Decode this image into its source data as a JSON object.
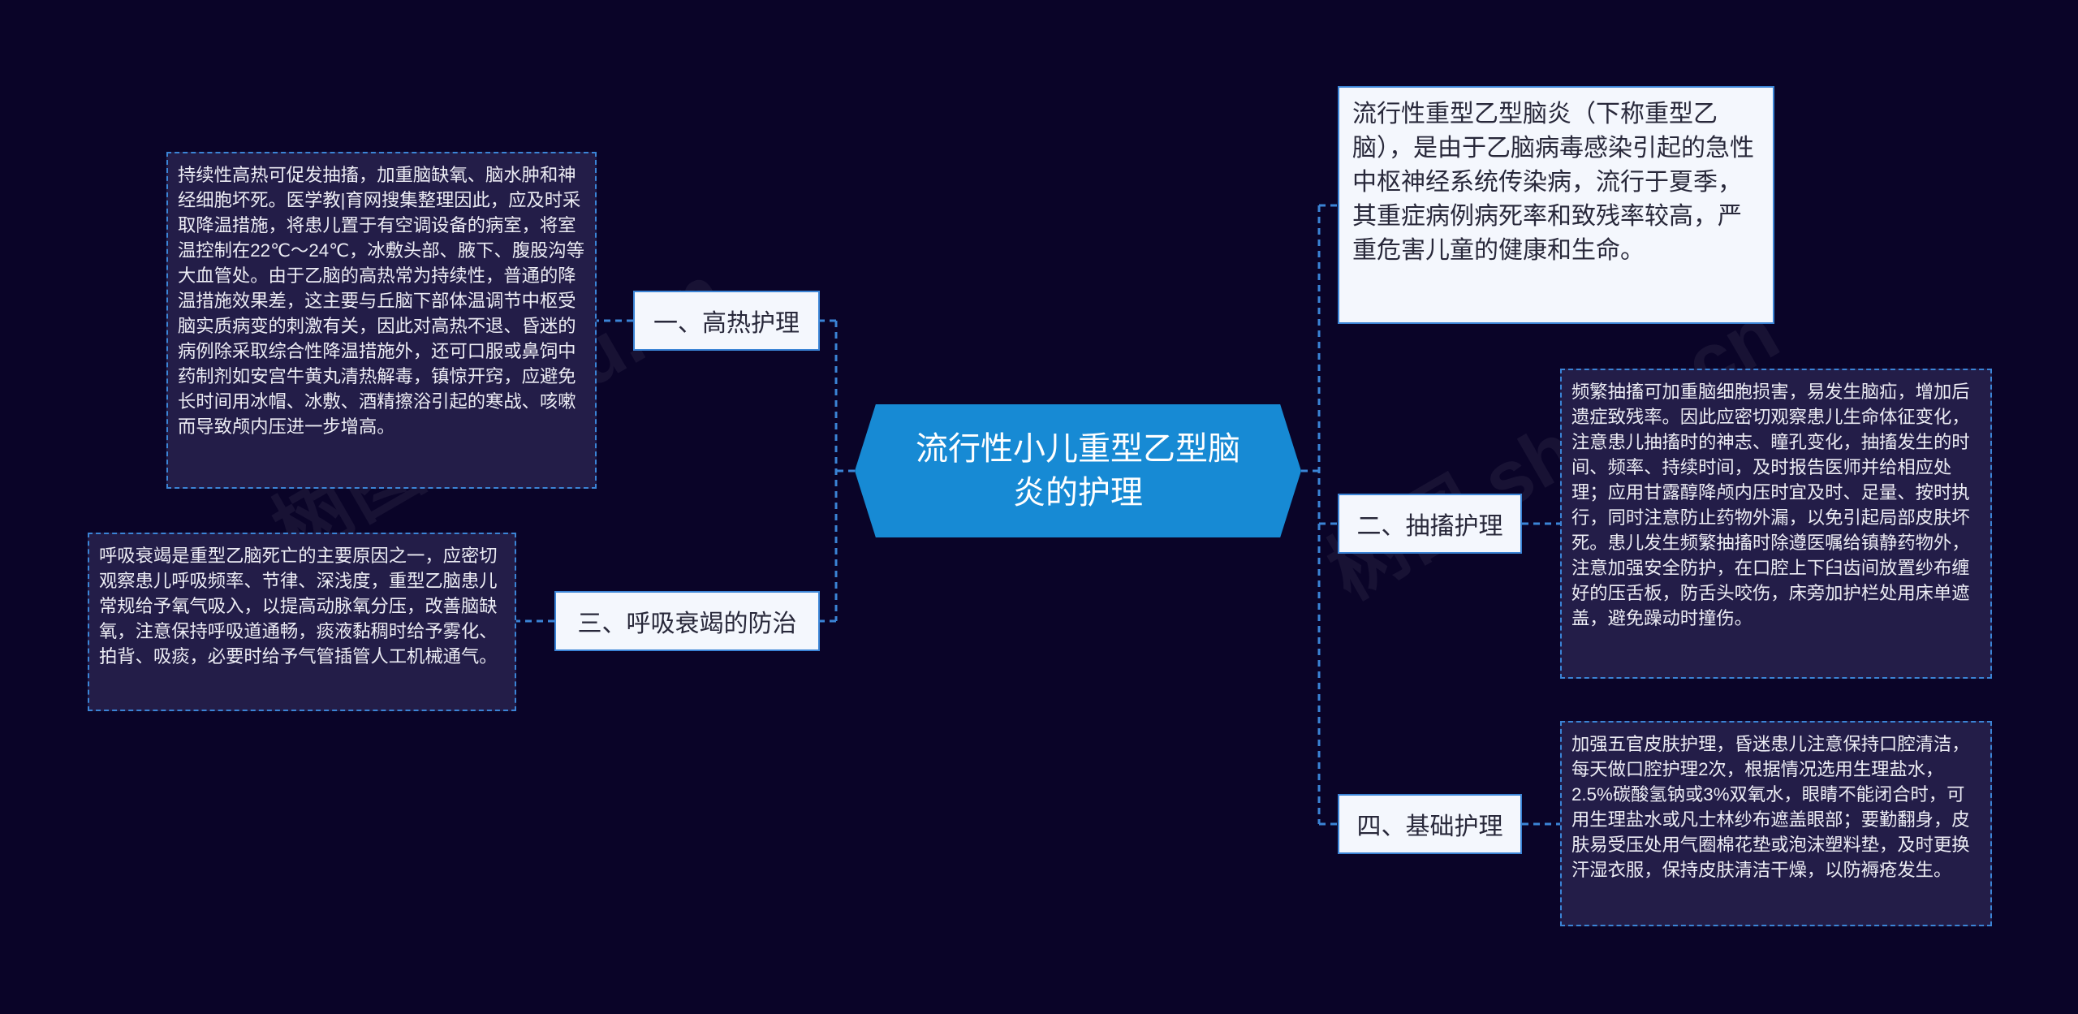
{
  "center": {
    "title": "流行性小儿重型乙型脑炎的护理"
  },
  "intro": {
    "text": "流行性重型乙型脑炎（下称重型乙脑），是由于乙脑病毒感染引起的急性中枢神经系统传染病，流行于夏季，其重症病例病死率和致残率较高，严重危害儿童的健康和生命。"
  },
  "branches": [
    {
      "label": "一、高热护理",
      "detail": "持续性高热可促发抽搐，加重脑缺氧、脑水肿和神经细胞坏死。医学教|育网搜集整理因此，应及时采取降温措施，将患儿置于有空调设备的病室，将室温控制在22℃～24℃，冰敷头部、腋下、腹股沟等大血管处。由于乙脑的高热常为持续性，普通的降温措施效果差，这主要与丘脑下部体温调节中枢受脑实质病变的刺激有关，因此对高热不退、昏迷的病例除采取综合性降温措施外，还可口服或鼻饲中药制剂如安宫牛黄丸清热解毒，镇惊开窍，应避免长时间用冰帽、冰敷、酒精擦浴引起的寒战、咳嗽而导致颅内压进一步增高。"
    },
    {
      "label": "二、抽搐护理",
      "detail": "频繁抽搐可加重脑细胞损害，易发生脑疝，增加后遗症致残率。因此应密切观察患儿生命体征变化，注意患儿抽搐时的神志、瞳孔变化，抽搐发生的时间、频率、持续时间，及时报告医师并给相应处理；应用甘露醇降颅内压时宜及时、足量、按时执行，同时注意防止药物外漏，以免引起局部皮肤坏死。患儿发生频繁抽搐时除遵医嘱给镇静药物外，注意加强安全防护，在口腔上下臼齿间放置纱布缠好的压舌板，防舌头咬伤，床旁加护栏处用床单遮盖，避免躁动时撞伤。"
    },
    {
      "label": "三、呼吸衰竭的防治",
      "detail": "呼吸衰竭是重型乙脑死亡的主要原因之一，应密切观察患儿呼吸频率、节律、深浅度，重型乙脑患儿常规给予氧气吸入，以提高动脉氧分压，改善脑缺氧，注意保持呼吸道通畅，痰液黏稠时给予雾化、拍背、吸痰，必要时给予气管插管人工机械通气。"
    },
    {
      "label": "四、基础护理",
      "detail": "加强五官皮肤护理，昏迷患儿注意保持口腔清洁，每天做口腔护理2次，根据情况选用生理盐水，2.5%碳酸氢钠或3%双氧水，眼睛不能闭合时，可用生理盐水或凡士林纱布遮盖眼部；要勤翻身，皮肤易受压处用气圈棉花垫或泡沫塑料垫，及时更换汗湿衣服，保持皮肤清洁干燥，以防褥疮发生。"
    }
  ],
  "watermark": {
    "text": "树图 shutu.cn"
  },
  "colors": {
    "background": "#0a0428",
    "central": "#178ad4",
    "line": "#3b84d6",
    "leaf_bg": "#231d48",
    "box_bg": "#f4f7fd"
  }
}
